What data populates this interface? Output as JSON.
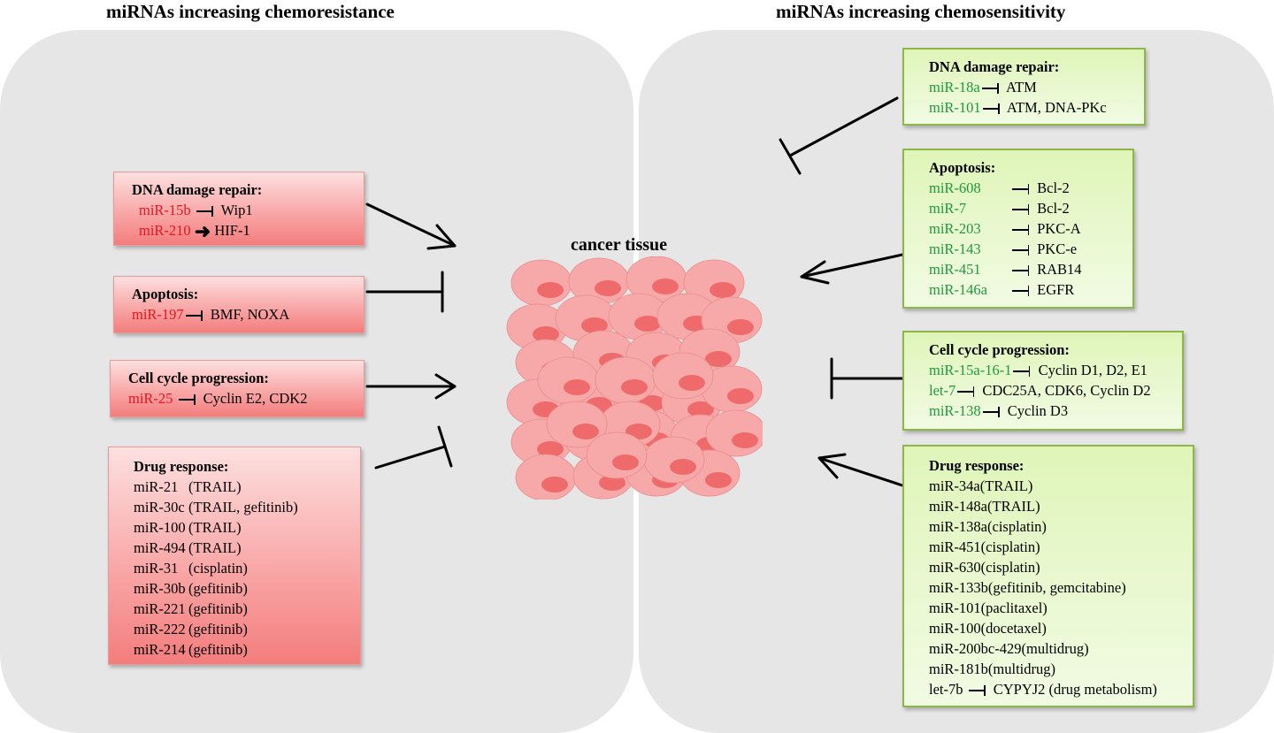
{
  "headings": {
    "left": "miRNAs increasing chemoresistance",
    "right": "miRNAs increasing chemosensitivity",
    "center": "cancer tissue"
  },
  "colors": {
    "resistance_mirna": "#e8141e",
    "sensitivity_mirna": "#1f9a3c",
    "panel": "#e6e6e6",
    "cell_fill": "#f7a9a9",
    "cell_nucleus": "#ef6b6b"
  },
  "resistance": {
    "dna_repair": {
      "title": "DNA damage repair:",
      "rows": [
        {
          "mirna": "miR-15b",
          "relation": "inhibits",
          "target": "Wip1"
        },
        {
          "mirna": "miR-210",
          "relation": "activates",
          "target": "HIF-1"
        }
      ]
    },
    "apoptosis": {
      "title": "Apoptosis:",
      "rows": [
        {
          "mirna": "miR-197",
          "relation": "inhibits",
          "target": "BMF, NOXA"
        }
      ]
    },
    "cell_cycle": {
      "title": "Cell cycle progression:",
      "rows": [
        {
          "mirna": "miR-25",
          "relation": "inhibits",
          "target": "Cyclin E2, CDK2"
        }
      ]
    },
    "drug_response": {
      "title": "Drug response:",
      "rows": [
        {
          "mirna": "miR-21",
          "drug": "(TRAIL)"
        },
        {
          "mirna": "miR-30c",
          "drug": "(TRAIL, gefitinib)"
        },
        {
          "mirna": "miR-100",
          "drug": "(TRAIL)"
        },
        {
          "mirna": "miR-494",
          "drug": "(TRAIL)"
        },
        {
          "mirna": "miR-31",
          "drug": "(cisplatin)"
        },
        {
          "mirna": "miR-30b",
          "drug": "(gefitinib)"
        },
        {
          "mirna": "miR-221",
          "drug": "(gefitinib)"
        },
        {
          "mirna": "miR-222",
          "drug": "(gefitinib)"
        },
        {
          "mirna": "miR-214",
          "drug": "(gefitinib)"
        }
      ]
    }
  },
  "sensitivity": {
    "dna_repair": {
      "title": "DNA damage repair:",
      "rows": [
        {
          "mirna": "miR-18a",
          "relation": "inhibits",
          "target": "ATM"
        },
        {
          "mirna": "miR-101",
          "relation": "inhibits",
          "target": "ATM, DNA-PKc"
        }
      ]
    },
    "apoptosis": {
      "title": "Apoptosis:",
      "rows": [
        {
          "mirna": "miR-608",
          "relation": "inhibits",
          "target": "Bcl-2"
        },
        {
          "mirna": "miR-7",
          "relation": "inhibits",
          "target": "Bcl-2"
        },
        {
          "mirna": "miR-203",
          "relation": "inhibits",
          "target": "PKC-A"
        },
        {
          "mirna": "miR-143",
          "relation": "inhibits",
          "target": "PKC-e"
        },
        {
          "mirna": "miR-451",
          "relation": "inhibits",
          "target": "RAB14"
        },
        {
          "mirna": "miR-146a",
          "relation": "inhibits",
          "target": "EGFR"
        }
      ]
    },
    "cell_cycle": {
      "title": "Cell cycle progression:",
      "rows": [
        {
          "mirna": "miR-15a-16-1",
          "relation": "inhibits",
          "target": "Cyclin D1, D2, E1"
        },
        {
          "mirna": "let-7",
          "relation": "inhibits",
          "target": "CDC25A, CDK6, Cyclin D2"
        },
        {
          "mirna": "miR-138",
          "relation": "inhibits",
          "target": "Cyclin D3"
        }
      ]
    },
    "drug_response": {
      "title": "Drug response:",
      "rows": [
        {
          "mirna": "miR-34a",
          "drug": "(TRAIL)"
        },
        {
          "mirna": "miR-148a",
          "drug": "(TRAIL)"
        },
        {
          "mirna": "miR-138a",
          "drug": "(cisplatin)"
        },
        {
          "mirna": "miR-451",
          "drug": "(cisplatin)"
        },
        {
          "mirna": "miR-630",
          "drug": "(cisplatin)"
        },
        {
          "mirna": "miR-133b",
          "drug": "(gefitinib, gemcitabine)"
        },
        {
          "mirna": "miR-101",
          "drug": "(paclitaxel)"
        },
        {
          "mirna": "miR-100",
          "drug": "(docetaxel)"
        },
        {
          "mirna": "miR-200bc-429",
          "drug": "(multidrug)"
        },
        {
          "mirna": "miR-181b",
          "drug": "(multidrug)"
        }
      ],
      "last_row": {
        "mirna": "let-7b",
        "relation": "inhibits",
        "target": "CYPYJ2 (drug metabolism)"
      }
    }
  }
}
